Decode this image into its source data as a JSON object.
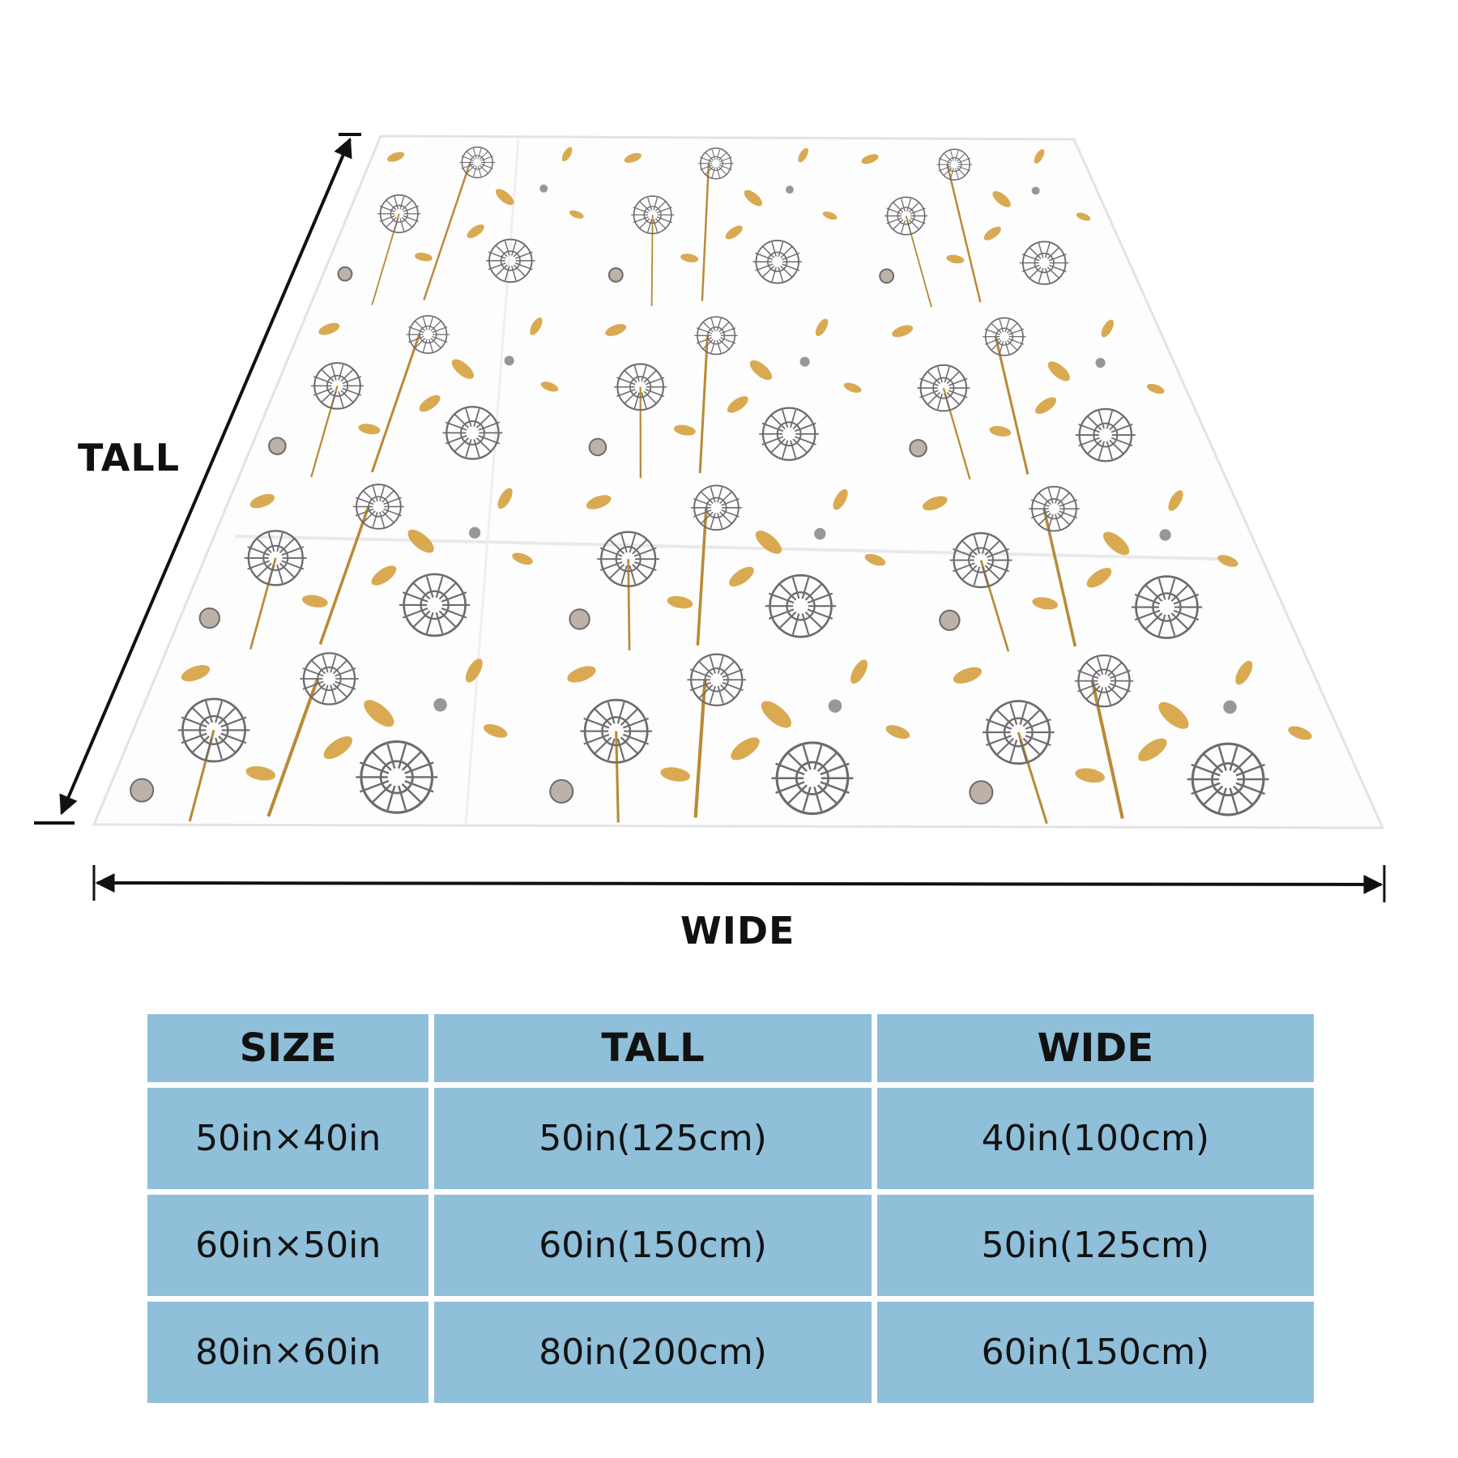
{
  "dimensions": {
    "tall_label": "TALL",
    "wide_label": "WIDE"
  },
  "blanket": {
    "background_color": "#fdfdfd",
    "flower_gray": "#6e6a6f",
    "leaf_gold": "#d5a13e",
    "stem_gold": "#b88b36"
  },
  "table": {
    "header_color": "#8fbfd9",
    "headers": [
      "SIZE",
      "TALL",
      "WIDE"
    ],
    "rows": [
      [
        "50in×40in",
        "50in(125cm)",
        "40in(100cm)"
      ],
      [
        "60in×50in",
        "60in(150cm)",
        "50in(125cm)"
      ],
      [
        "80in×60in",
        "80in(200cm)",
        "60in(150cm)"
      ]
    ]
  }
}
